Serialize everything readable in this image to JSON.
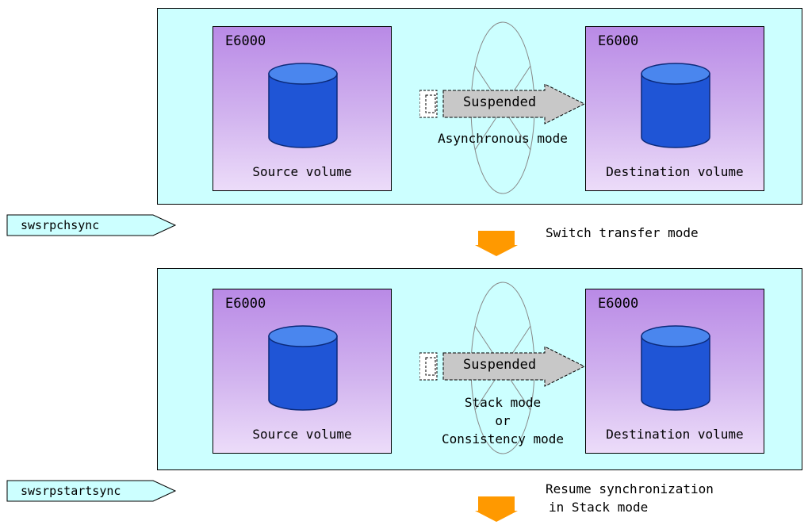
{
  "panels": [
    {
      "source": {
        "title": "E6000",
        "label": "Source volume"
      },
      "destination": {
        "title": "E6000",
        "label": "Destination volume"
      },
      "status": "Suspended",
      "mode_lines": [
        "Asynchronous mode"
      ]
    },
    {
      "source": {
        "title": "E6000",
        "label": "Source volume"
      },
      "destination": {
        "title": "E6000",
        "label": "Destination volume"
      },
      "status": "Suspended",
      "mode_lines": [
        "Stack mode",
        "or",
        "Consistency mode"
      ]
    }
  ],
  "commands": [
    {
      "label": "swsrpchsync"
    },
    {
      "label": "swsrpstartsync"
    }
  ],
  "steps": [
    {
      "lines": [
        "Switch transfer mode"
      ]
    },
    {
      "lines": [
        "Resume synchronization",
        "in Stack mode"
      ]
    }
  ],
  "colors": {
    "panel_bg": "#ccffff",
    "box_top": "#b98ae6",
    "box_bottom": "#ecdcf9",
    "cylinder": "#1f55d6",
    "cylinder_top": "#4a86ee",
    "command_bg": "#ccffff",
    "step_arrow": "#ff9900",
    "transfer_arrow": "#c8c8c8"
  }
}
